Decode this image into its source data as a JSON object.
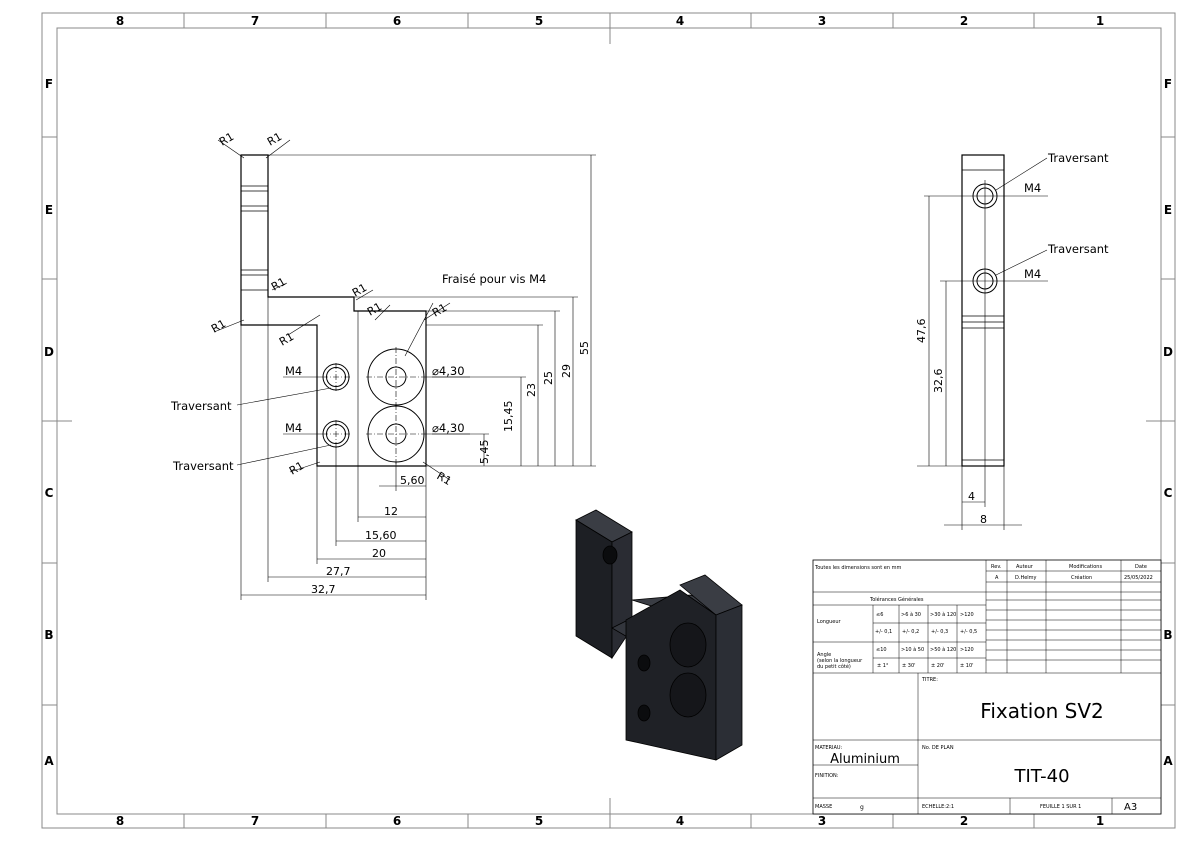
{
  "sheet": {
    "cols": [
      "8",
      "7",
      "6",
      "5",
      "4",
      "3",
      "2",
      "1"
    ],
    "rows": [
      "F",
      "E",
      "D",
      "C",
      "B",
      "A"
    ]
  },
  "front": {
    "radius": "R1",
    "fraise": "Fraisé pour vis M4",
    "traversant": "Traversant",
    "m4": "M4",
    "dia": "⌀4,30",
    "dims_v": [
      "5,45",
      "15,45",
      "23",
      "25",
      "29",
      "55"
    ],
    "dims_h": [
      "5,60",
      "12",
      "15,60",
      "20",
      "27,7",
      "32,7"
    ]
  },
  "side": {
    "traversant": "Traversant",
    "m4": "M4",
    "dims_v": [
      "47,6",
      "32,6"
    ],
    "dims_h": [
      "4",
      "8"
    ]
  },
  "titleblock": {
    "units": "Toutes les dimensions sont en mm",
    "rev_h": "Rev.",
    "auteur_h": "Auteur",
    "modif_h": "Modifications",
    "date_h": "Date",
    "rev": "A",
    "auteur": "D.Helmy",
    "modif": "Création",
    "date": "25/05/2022",
    "tol_title": "Tolérances Générales",
    "longueur": "Longueur",
    "len_ranges": [
      "≤6",
      ">6 à 30",
      ">30 à 120",
      ">120"
    ],
    "len_tols": [
      "+/- 0,1",
      "+/- 0,2",
      "+/- 0,3",
      "+/- 0,5"
    ],
    "angle": "Angle",
    "angle_sub1": "(selon la longueur",
    "angle_sub2": "du petit côté)",
    "ang_ranges": [
      "≤10",
      ">10 à 50",
      ">50 à 120",
      ">120"
    ],
    "ang_tols": [
      "± 1°",
      "± 30'",
      "± 20'",
      "± 10'"
    ],
    "titre_l": "TITRE:",
    "titre": "Fixation SV2",
    "materiau_l": "MATERIAU:",
    "materiau": "Aluminium",
    "finition_l": "FINITION:",
    "plan_l": "No. DE PLAN",
    "plan": "TIT-40",
    "masse_l": "MASSE",
    "masse_u": "g",
    "echelle": "ECHELLE:2:1",
    "feuille": "FEUILLE 1 SUR 1",
    "format": "A3"
  }
}
